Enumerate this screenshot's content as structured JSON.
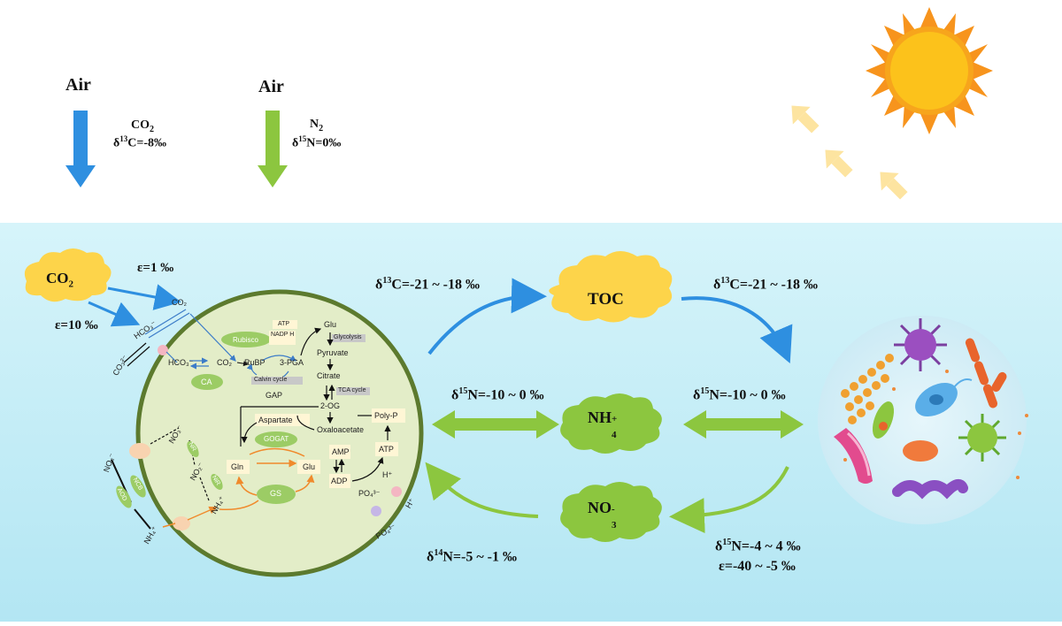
{
  "air_left": {
    "title": "Air",
    "gas": "CO",
    "gas_sub": "2",
    "iso_sym": "δ",
    "iso_sup": "13",
    "iso_rest": "C=-8‰"
  },
  "air_right": {
    "title": "Air",
    "gas": "N",
    "gas_sub": "2",
    "iso_sym": "δ",
    "iso_sup": "15",
    "iso_rest": "N=0‰"
  },
  "co2_source": {
    "label": "CO",
    "sub": "2"
  },
  "eps_upper": "ε=1 ‰",
  "eps_lower": "ε=10 ‰",
  "cell": {
    "co2_top": "CO₂",
    "hco3_mid": "HCO₃⁻",
    "co3_left": "CO₃²⁻",
    "hco3_in": "HCO₃⁻",
    "co2_in": "CO₂",
    "ca": "CA",
    "rubisco": "Rubisco",
    "atp1": "ATP",
    "nadph": "NADP H",
    "rubp": "RuBP",
    "pga": "3-PGA",
    "calvin": "Calvin cycle",
    "gap": "GAP",
    "glu_top": "Glu",
    "glycolysis": "Glycolysis",
    "pyruvate": "Pyruvate",
    "citrate": "Citrate",
    "tca": "TCA cycle",
    "og": "2-OG",
    "oxaloacetate": "Oxaloacetate",
    "aspartate": "Aspartate",
    "gogat": "GOGAT",
    "gln": "Gln",
    "glu2": "Glu",
    "gs": "GS",
    "amp": "AMP",
    "adp": "ADP",
    "atp2": "ATP",
    "polyp": "Poly-P",
    "hplus1": "H⁺",
    "hplus2": "H⁺",
    "po4_in": "PO₄³⁻",
    "po4_out": "PO₄³⁻",
    "no3_in": "NO₃⁻",
    "no3_out": "NO₃⁻",
    "no2_in": "NO₂⁻",
    "nh4_in": "NH₄⁺",
    "nh4_out": "NH₄⁺",
    "nr": "NR",
    "nir": "NiR",
    "ncb": "NCB",
    "aod": "AOD"
  },
  "flows": {
    "toc_in": {
      "sym": "δ",
      "sup": "13",
      "rest": "C=-21 ~ -18 ‰"
    },
    "toc_out": {
      "sym": "δ",
      "sup": "13",
      "rest": "C=-21 ~ -18 ‰"
    },
    "nh4_left": {
      "sym": "δ",
      "sup": "15",
      "rest": "N=-10 ~ 0 ‰"
    },
    "nh4_right": {
      "sym": "δ",
      "sup": "15",
      "rest": "N=-10 ~ 0 ‰"
    },
    "no3_left": {
      "sym": "δ",
      "sup": "14",
      "rest": "N=-5 ~ -1 ‰"
    },
    "no3_right_a": {
      "sym": "δ",
      "sup": "15",
      "rest": "N=-4 ~ 4 ‰"
    },
    "no3_right_b": "ε=-40 ~ -5 ‰"
  },
  "clouds": {
    "toc": "TOC",
    "nh4": "NH",
    "nh4_sup": "+",
    "nh4_sub": "4",
    "no3": "NO",
    "no3_sup": "-",
    "no3_sub": "3"
  },
  "colors": {
    "blue_arrow": "#2e8fe0",
    "green_arrow": "#8cc63f",
    "cloud_yellow": "#fdd44a",
    "cloud_green": "#8cc63f",
    "water_top": "#cdf1f8",
    "water_bottom": "#b6e7f4",
    "cell_fill": "#e3edc8",
    "cell_border": "#5c7a2e",
    "sun": "#fcc21b",
    "sun_rays": "#f7941d",
    "light_arrows": "#fde4a0"
  },
  "icons": [
    "sun-icon",
    "bacteria-cluster-icon"
  ]
}
